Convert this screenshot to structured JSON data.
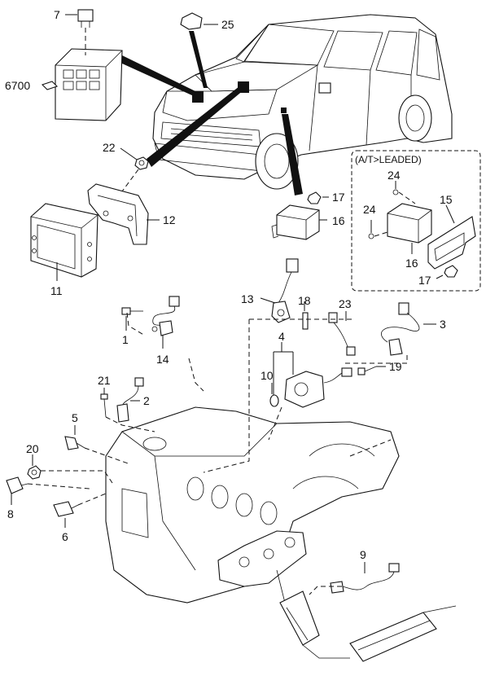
{
  "callouts": {
    "c7": "7",
    "c6700": "6700",
    "c25": "25",
    "c22": "22",
    "c12": "12",
    "c11": "11",
    "c17a": "17",
    "c16a": "16",
    "c13": "13",
    "c18": "18",
    "c23": "23",
    "c3": "3",
    "c1": "1",
    "c14": "14",
    "c4": "4",
    "c10": "10",
    "c19": "19",
    "c21": "21",
    "c2": "2",
    "c5": "5",
    "c20": "20",
    "c8": "8",
    "c6": "6",
    "c9": "9"
  },
  "inset": {
    "title": "(A/T>LEADED)",
    "c24a": "24",
    "c24b": "24",
    "c15": "15",
    "c16": "16",
    "c17": "17"
  }
}
